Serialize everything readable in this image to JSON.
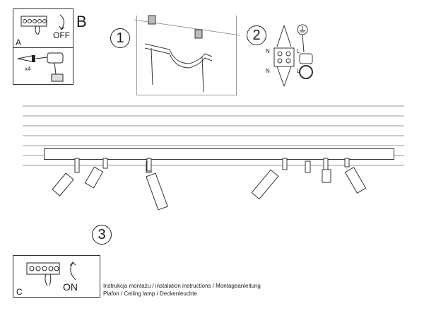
{
  "panels": {
    "a": {
      "letter": "A",
      "switch_label": "OFF",
      "screw_count": "x4"
    },
    "b": {
      "letter": "B"
    },
    "c": {
      "letter": "C",
      "switch_label": "ON"
    }
  },
  "steps": {
    "one": "1",
    "two": "2",
    "three": "3"
  },
  "wiring": {
    "n_top": "N",
    "l_top": "L",
    "n_bottom": "N",
    "l_bottom": "L"
  },
  "footer": {
    "line1": "Instrukcja montażu / instalation instructions / Montageanleitung",
    "line2": "Plafon / Ceiling lamp / Deckenleuchte"
  }
}
